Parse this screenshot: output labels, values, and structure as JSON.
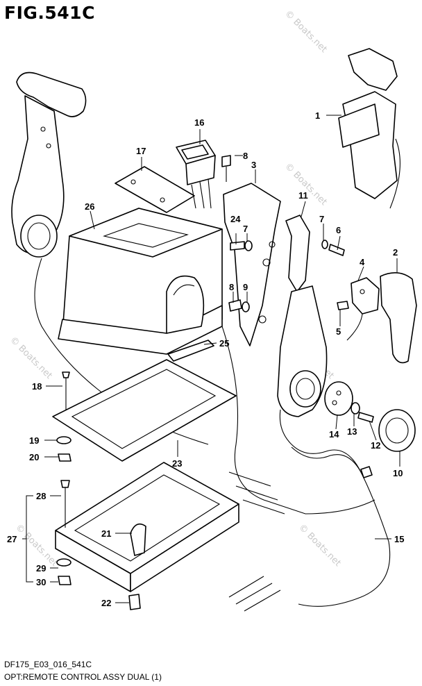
{
  "figure": {
    "title": "FIG.541C",
    "code": "DF175_E03_016_541C",
    "description": "OPT:REMOTE CONTROL ASSY DUAL (1)"
  },
  "watermark": "© Boats.net",
  "callouts": [
    {
      "id": "1",
      "label": "1"
    },
    {
      "id": "2",
      "label": "2"
    },
    {
      "id": "3",
      "label": "3"
    },
    {
      "id": "4",
      "label": "4"
    },
    {
      "id": "5",
      "label": "5"
    },
    {
      "id": "6",
      "label": "6"
    },
    {
      "id": "7a",
      "label": "7"
    },
    {
      "id": "7b",
      "label": "7"
    },
    {
      "id": "8a",
      "label": "8"
    },
    {
      "id": "8b",
      "label": "8"
    },
    {
      "id": "9",
      "label": "9"
    },
    {
      "id": "10",
      "label": "10"
    },
    {
      "id": "11",
      "label": "11"
    },
    {
      "id": "12",
      "label": "12"
    },
    {
      "id": "13",
      "label": "13"
    },
    {
      "id": "14",
      "label": "14"
    },
    {
      "id": "15",
      "label": "15"
    },
    {
      "id": "16",
      "label": "16"
    },
    {
      "id": "17",
      "label": "17"
    },
    {
      "id": "18",
      "label": "18"
    },
    {
      "id": "19",
      "label": "19"
    },
    {
      "id": "20",
      "label": "20"
    },
    {
      "id": "21",
      "label": "21"
    },
    {
      "id": "22",
      "label": "22"
    },
    {
      "id": "23",
      "label": "23"
    },
    {
      "id": "24",
      "label": "24"
    },
    {
      "id": "25",
      "label": "25"
    },
    {
      "id": "26",
      "label": "26"
    },
    {
      "id": "27",
      "label": "27"
    },
    {
      "id": "28",
      "label": "28"
    },
    {
      "id": "29",
      "label": "29"
    },
    {
      "id": "30",
      "label": "30"
    }
  ],
  "colors": {
    "line": "#000000",
    "background": "#ffffff",
    "watermark": "#c9c9c9"
  }
}
